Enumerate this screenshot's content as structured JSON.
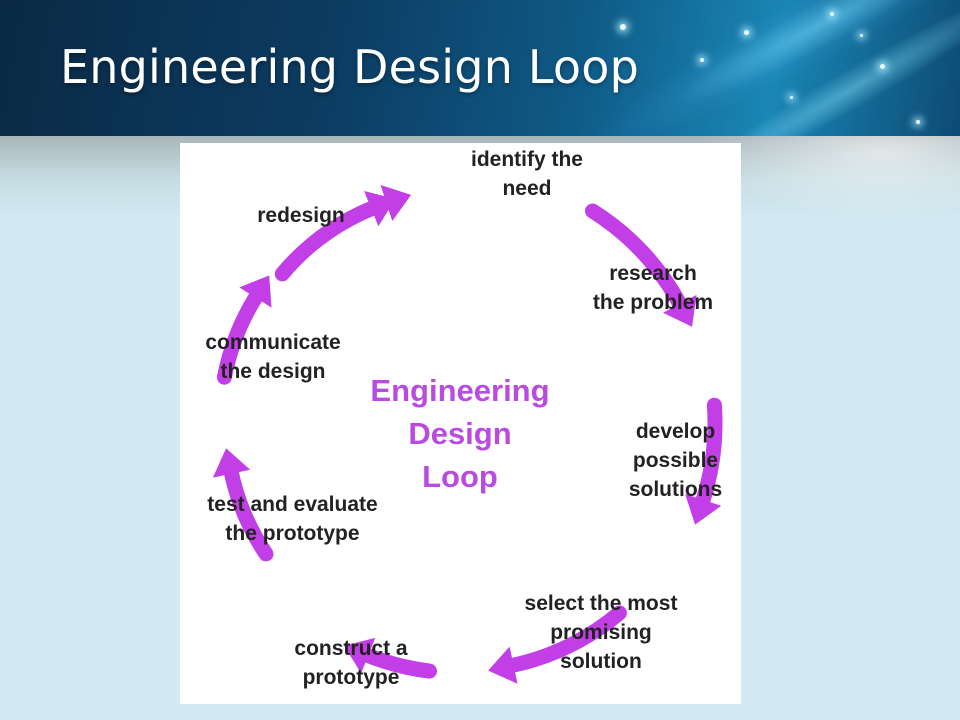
{
  "slide": {
    "title": "Engineering Design Loop"
  },
  "diagram": {
    "center_title": [
      "Engineering",
      "Design",
      "Loop"
    ],
    "arrow_color": "#c23ee6",
    "steps": [
      {
        "lines": [
          "identify the",
          "need"
        ]
      },
      {
        "lines": [
          "research",
          "the problem"
        ]
      },
      {
        "lines": [
          "develop",
          "possible",
          "solutions"
        ]
      },
      {
        "lines": [
          "select the most",
          "promising",
          "solution"
        ]
      },
      {
        "lines": [
          "construct a",
          "prototype"
        ]
      },
      {
        "lines": [
          "test and evaluate",
          "the prototype"
        ]
      },
      {
        "lines": [
          "communicate",
          "the design"
        ]
      },
      {
        "lines": [
          "redesign"
        ]
      }
    ]
  },
  "colors": {
    "header_dark": "#0c3c62",
    "background": "#d3e9f1",
    "accent_purple": "#b94be0"
  }
}
